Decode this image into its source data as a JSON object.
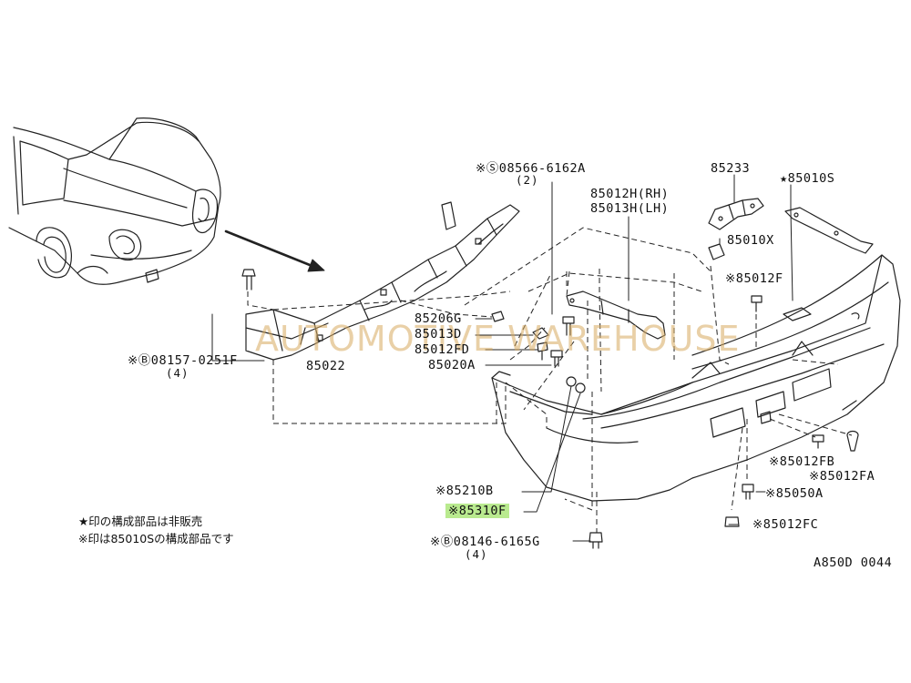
{
  "diagram": {
    "labels": {
      "l_08566": "※Ⓢ08566-6162A",
      "l_08566_qty": "(2)",
      "l_85233": "85233",
      "l_85010s": "★85010S",
      "l_85012h": "85012H(RH)",
      "l_85013h": "85013H(LH)",
      "l_85010x": "85010X",
      "l_85012f": "※85012F",
      "l_85206g": "85206G",
      "l_85013d": "85013D",
      "l_85012fd": "85012FD",
      "l_85020a": "85020A",
      "l_85022": "85022",
      "l_08157": "※Ⓑ08157-0251F",
      "l_08157_qty": "(4)",
      "l_85210b": "※85210B",
      "l_85310f": "※85310F",
      "l_08146": "※Ⓑ08146-6165G",
      "l_08146_qty": "(4)",
      "l_85012fb": "※85012FB",
      "l_85012fa": "※85012FA",
      "l_85050a": "※85050A",
      "l_85012fc": "※85012FC"
    },
    "notes": {
      "n1": "★印の構成部品は非販売",
      "n2": "※印は85010Sの構成部品です"
    },
    "drawing_code": "A850D 0044",
    "watermark": "AUTOMOTIVE WAREHOUSE",
    "highlight_color": "#b9ea8f"
  }
}
